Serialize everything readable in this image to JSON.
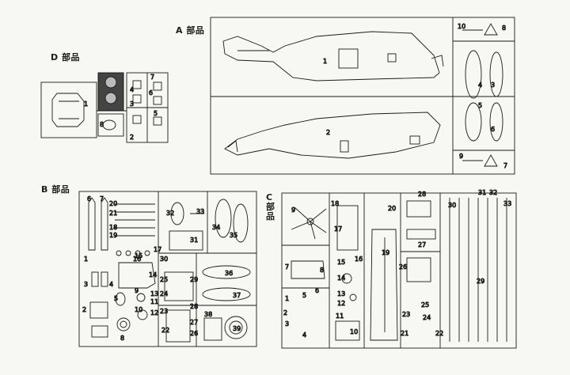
{
  "sheets": {
    "a": {
      "label": "A 部品",
      "numbers": [
        "1",
        "2",
        "3",
        "4",
        "5",
        "6",
        "7",
        "8",
        "9",
        "10"
      ]
    },
    "b": {
      "label": "B 部品",
      "numbers": [
        "1",
        "2",
        "3",
        "4",
        "5",
        "6",
        "7",
        "8",
        "9",
        "10",
        "11",
        "12",
        "13",
        "14",
        "15",
        "16",
        "17",
        "18",
        "19",
        "20",
        "21",
        "22",
        "23",
        "24",
        "25",
        "26",
        "27",
        "28",
        "29",
        "30",
        "31",
        "32",
        "33",
        "34",
        "35",
        "36",
        "37",
        "38",
        "39"
      ]
    },
    "c": {
      "label": "C 部品",
      "numbers": [
        "1",
        "2",
        "3",
        "4",
        "5",
        "6",
        "7",
        "8",
        "9",
        "10",
        "11",
        "12",
        "13",
        "14",
        "15",
        "16",
        "17",
        "18",
        "19",
        "20",
        "21",
        "22",
        "23",
        "24",
        "25",
        "26",
        "27",
        "28",
        "29",
        "30",
        "31",
        "32",
        "33"
      ]
    },
    "d": {
      "label": "D 部品",
      "numbers": [
        "1",
        "2",
        "3",
        "4",
        "5",
        "6",
        "7",
        "8"
      ]
    }
  }
}
